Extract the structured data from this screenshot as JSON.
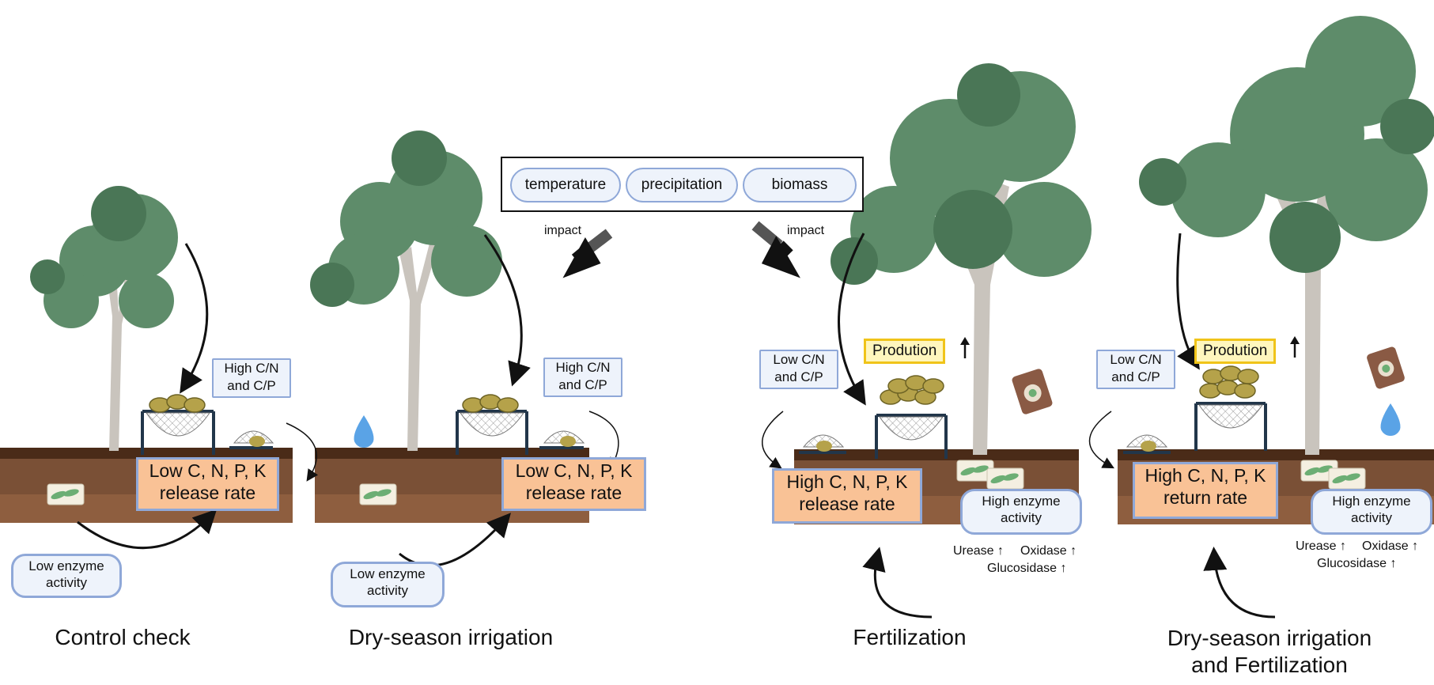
{
  "factors": [
    "temperature",
    "precipitation",
    "biomass"
  ],
  "impact_label": "impact",
  "panels": [
    {
      "caption": "Control check",
      "ratio": "High C/N\nand C/P",
      "soil_box": "Low C, N, P, K\nrelease rate",
      "enzyme": "Low enzyme\nactivity"
    },
    {
      "caption": "Dry-season irrigation",
      "ratio": "High C/N\nand C/P",
      "soil_box": "Low C, N, P, K\nrelease rate",
      "enzyme": "Low enzyme\nactivity"
    },
    {
      "caption": "Fertilization",
      "ratio": "Low C/N\nand C/P",
      "soil_box": "High C, N, P, K\nrelease rate",
      "enzyme": "High enzyme\nactivity",
      "production": "Prodution",
      "enzymes_up": [
        "Urease",
        "Oxidase",
        "Glucosidase"
      ]
    },
    {
      "caption": "Dry-season irrigation\nand Fertilization",
      "ratio": "Low C/N\nand C/P",
      "soil_box": "High C, N, P,  K\nreturn rate",
      "enzyme": "High enzyme\nactivity",
      "production": "Prodution",
      "enzymes_up": [
        "Urease",
        "Oxidase",
        "Glucosidase"
      ]
    }
  ],
  "colors": {
    "foliage": "#5e8c6a",
    "foliage_dark": "#4a7656",
    "trunk": "#c9c4bd",
    "soil_top": "#4a2b18",
    "soil": "#7a5036",
    "soil_light": "#9c6a48",
    "water": "#5aa3e6",
    "box_border": "#8fa8d8",
    "box_fill": "#eef3fb",
    "orange_fill": "#f9c296",
    "production_border": "#f0c419"
  }
}
